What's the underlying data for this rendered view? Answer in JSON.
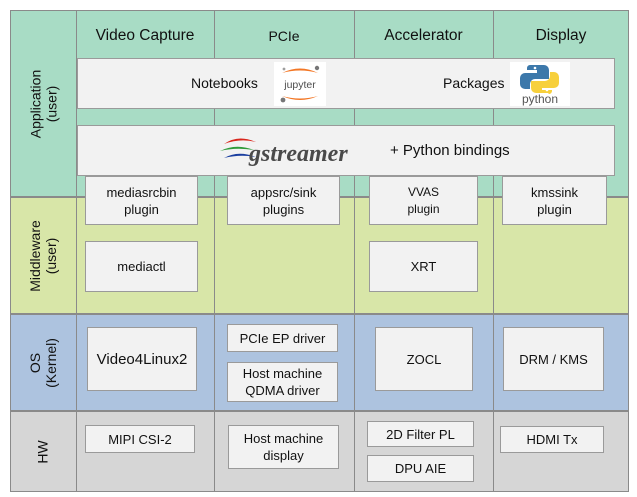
{
  "colors": {
    "application_bg": "#a8dcc5",
    "middleware_bg": "#d8e6a8",
    "os_bg": "#adc3df",
    "hw_bg": "#d6d6d6",
    "box_bg": "#f2f2f2",
    "border": "#8a8a8a"
  },
  "rows": {
    "application": "Application\n(user)",
    "middleware": "Middleware\n(user)",
    "os": "OS\n(Kernel)",
    "hw": "HW"
  },
  "columns": [
    "Video Capture",
    "PCIe",
    "Accelerator",
    "Display"
  ],
  "application": {
    "notebooks_label": "Notebooks",
    "jupyter_logo_text": "jupyter",
    "packages_label": "Packages",
    "python_logo_text": "python",
    "gstreamer_logo_text": "gstreamer",
    "python_bindings_label": "+ Python bindings"
  },
  "boxes": {
    "mediasrcbin": "mediasrcbin\nplugin",
    "appsrc_sink": "appsrc/sink\nplugins",
    "vvas": "VVAS\nplugin",
    "kmssink": "kmssink\nplugin",
    "mediactl": "mediactl",
    "xrt": "XRT",
    "video4linux2": "Video4Linux2",
    "pcie_ep_driver": "PCIe EP driver",
    "qdma_driver": "Host machine\nQDMA driver",
    "zocl": "ZOCL",
    "drm_kms": "DRM / KMS",
    "mipi_csi2": "MIPI CSI-2",
    "host_display": "Host machine\ndisplay",
    "filter_2d": "2D Filter PL",
    "dpu_aie": "DPU AIE",
    "hdmi_tx": "HDMI Tx"
  }
}
